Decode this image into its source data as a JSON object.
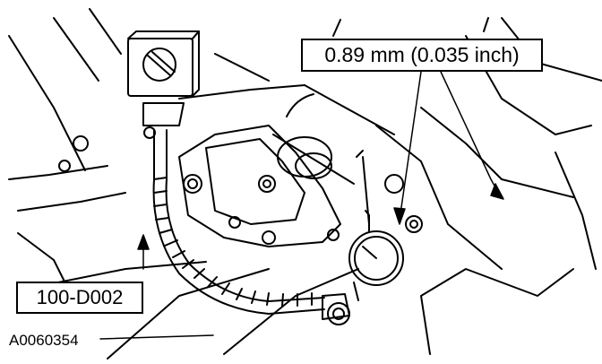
{
  "callouts": {
    "measurement": "0.89 mm (0.035 inch)",
    "tool": "100-D002"
  },
  "figure_id": "A0060354"
}
